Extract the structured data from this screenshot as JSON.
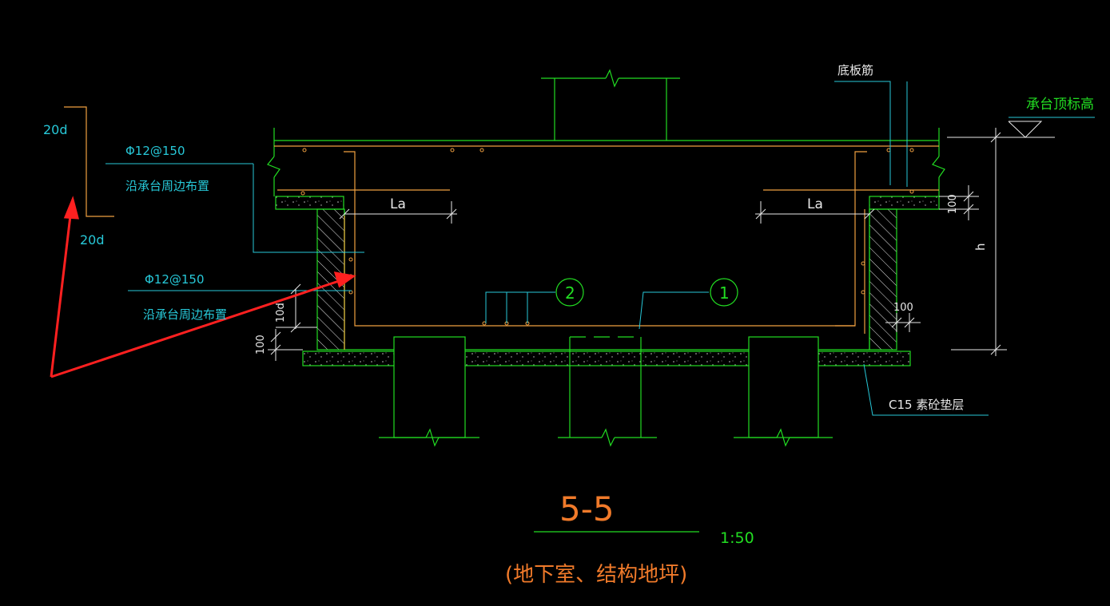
{
  "drawing": {
    "title": "5-5",
    "scale": "1:50",
    "subtitle": "(地下室、结构地坪)"
  },
  "labels": {
    "top_rebar_20d": "20d",
    "bottom_rebar_20d": "20d",
    "rebar_spec_top": "Φ12@150",
    "rebar_note_top": "沿承台周边布置",
    "rebar_spec_mid": "Φ12@150",
    "rebar_note_mid": "沿承台周边布置",
    "la_left": "La",
    "la_right": "La",
    "bottom_slab_rebar": "底板筋",
    "cap_top_elevation": "承台顶标高",
    "dim_100_right_top": "100",
    "dim_100_right_mid": "100",
    "dim_100_left": "100",
    "dim_10d": "10d",
    "dim_h": "h",
    "cushion_layer": "C15 素砼垫层",
    "callout_1": "1",
    "callout_2": "2"
  },
  "colors": {
    "background": "#000000",
    "green": "#22dd22",
    "cyan": "#27c8d8",
    "orange": "#f0a040",
    "red": "#ff2020",
    "white": "#e8e8e8"
  }
}
